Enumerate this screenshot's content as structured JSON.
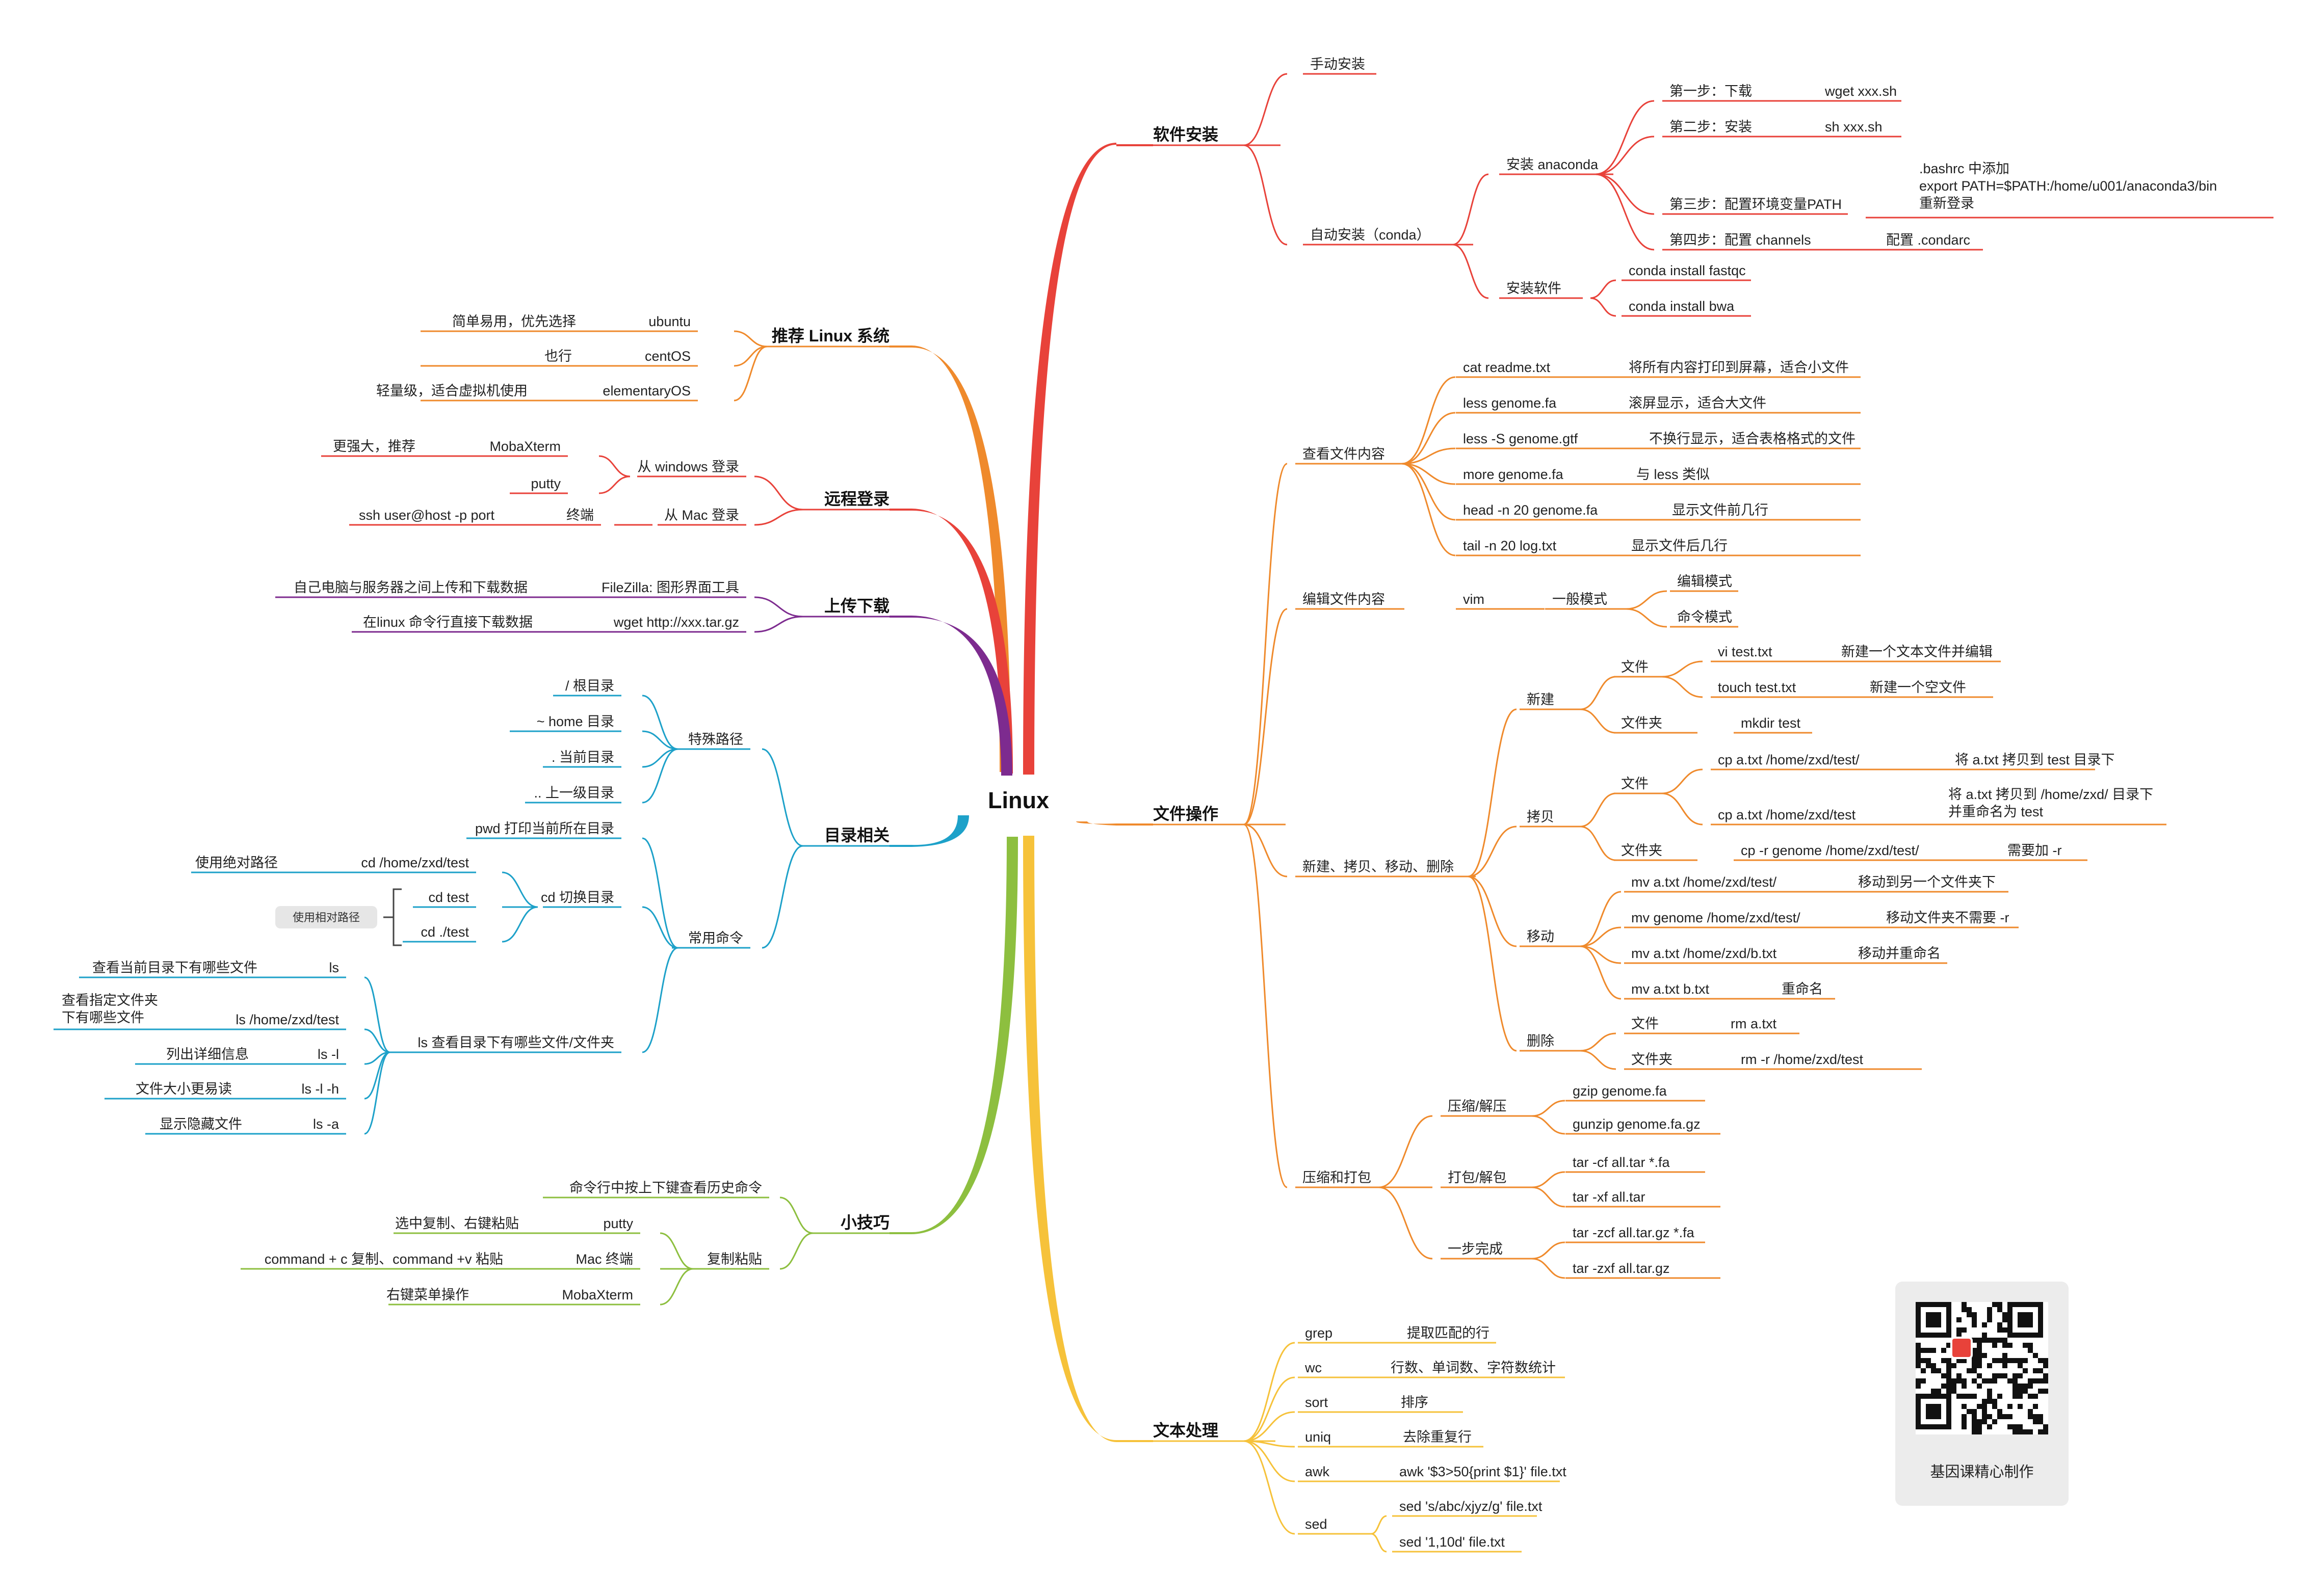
{
  "root": "Linux",
  "branches": {
    "soft": {
      "label": "软件安装",
      "color": "#e8423a",
      "manual": "手动安装",
      "auto": "自动安装（conda）",
      "anaconda": "安装 anaconda",
      "step1": "第一步：下载",
      "step1_cmd": "wget xxx.sh",
      "step2": "第二步：安装",
      "step2_cmd": "sh xxx.sh",
      "step3": "第三步：配置环境变量PATH",
      "step3_note": [
        ".bashrc 中添加",
        "export PATH=$PATH:/home/u001/anaconda3/bin",
        "重新登录"
      ],
      "step4": "第四步：配置 channels",
      "step4_cmd": "配置 .condarc",
      "installsw": "安装软件",
      "sw1": "conda install fastqc",
      "sw2": "conda install bwa"
    },
    "file": {
      "label": "文件操作",
      "color": "#ef8a2c",
      "view": "查看文件内容",
      "view_items": [
        {
          "cmd": "cat readme.txt",
          "desc": "将所有内容打印到屏幕，适合小文件"
        },
        {
          "cmd": "less genome.fa",
          "desc": "滚屏显示，适合大文件"
        },
        {
          "cmd": "less -S genome.gtf",
          "desc": "不换行显示，适合表格格式的文件"
        },
        {
          "cmd": "more genome.fa",
          "desc": "与 less 类似"
        },
        {
          "cmd": "head -n 20 genome.fa",
          "desc": "显示文件前几行"
        },
        {
          "cmd": "tail -n 20 log.txt",
          "desc": "显示文件后几行"
        }
      ],
      "edit": "编辑文件内容",
      "vim": "vim",
      "normal": "一般模式",
      "edit_mode": "编辑模式",
      "cmd_mode": "命令模式",
      "ops": "新建、拷贝、移动、删除",
      "new": "新建",
      "new_file": "文件",
      "new_vi": "vi test.txt",
      "new_vi_d": "新建一个文本文件并编辑",
      "new_touch": "touch test.txt",
      "new_touch_d": "新建一个空文件",
      "new_dir": "文件夹",
      "new_mkdir": "mkdir test",
      "copy": "拷贝",
      "copy_file": "文件",
      "cp1": "cp a.txt /home/zxd/test/",
      "cp1_d": "将 a.txt 拷贝到 test 目录下",
      "cp2": "cp a.txt /home/zxd/test",
      "cp2_d": [
        "将 a.txt 拷贝到 /home/zxd/ 目录下",
        "并重命名为 test"
      ],
      "copy_dir": "文件夹",
      "cp3": "cp -r genome /home/zxd/test/",
      "cp3_d": "需要加 -r",
      "move": "移动",
      "mv_items": [
        {
          "cmd": "mv a.txt /home/zxd/test/",
          "desc": "移动到另一个文件夹下"
        },
        {
          "cmd": "mv genome /home/zxd/test/",
          "desc": "移动文件夹不需要 -r"
        },
        {
          "cmd": "mv a.txt /home/zxd/b.txt",
          "desc": "移动并重命名"
        },
        {
          "cmd": "mv a.txt b.txt",
          "desc": "重命名"
        }
      ],
      "del": "删除",
      "del_file": "文件",
      "rm1": "rm a.txt",
      "del_dir": "文件夹",
      "rm2": "rm -r /home/zxd/test",
      "zip": "压缩和打包",
      "gz": "压缩/解压",
      "gz1": "gzip genome.fa",
      "gz2": "gunzip genome.fa.gz",
      "tar": "打包/解包",
      "tar1": "tar -cf all.tar  *.fa",
      "tar2": "tar -xf all.tar",
      "once": "一步完成",
      "tgz1": "tar -zcf all.tar.gz *.fa",
      "tgz2": "tar -zxf all.tar.gz"
    },
    "text": {
      "label": "文本处理",
      "color": "#f6c23a",
      "items": [
        {
          "cmd": "grep",
          "desc": "提取匹配的行"
        },
        {
          "cmd": "wc",
          "desc": "行数、单词数、字符数统计"
        },
        {
          "cmd": "sort",
          "desc": "排序"
        },
        {
          "cmd": "uniq",
          "desc": "去除重复行"
        },
        {
          "cmd": "awk",
          "desc": "awk '$3>50{print $1}' file.txt"
        }
      ],
      "sed": "sed",
      "sed1": "sed 's/abc/xjyz/g' file.txt",
      "sed2": "sed '1,10d' file.txt"
    },
    "sys": {
      "label": "推荐 Linux 系统",
      "color": "#ef8a2c",
      "items": [
        {
          "name": "ubuntu",
          "desc": "简单易用，优先选择"
        },
        {
          "name": "centOS",
          "desc": "也行"
        },
        {
          "name": "elementaryOS",
          "desc": "轻量级，适合虚拟机使用"
        }
      ]
    },
    "remote": {
      "label": "远程登录",
      "color": "#e8423a",
      "win": "从 windows 登录",
      "moba": "MobaXterm",
      "moba_d": "更强大，推荐",
      "putty": "putty",
      "mac": "从 Mac 登录",
      "term": "终端",
      "ssh": "ssh user@host -p port"
    },
    "transfer": {
      "label": "上传下载",
      "color": "#7d2b8f",
      "fz": "FileZilla: 图形界面工具",
      "fz_d": "自己电脑与服务器之间上传和下载数据",
      "wget": "wget http://xxx.tar.gz",
      "wget_d": "在linux 命令行直接下载数据"
    },
    "dir": {
      "label": "目录相关",
      "color": "#1da1c9",
      "special": "特殊路径",
      "sp": [
        "/ 根目录",
        "~ home  目录",
        ". 当前目录",
        ".. 上一级目录"
      ],
      "common": "常用命令",
      "pwd": "pwd 打印当前所在目录",
      "cd": "cd 切换目录",
      "cd_abs": "cd /home/zxd/test",
      "cd_abs_d": "使用绝对路径",
      "cd_rel1": "cd test",
      "cd_rel2": "cd ./test",
      "cd_rel_note": "使用相对路径",
      "ls": "ls 查看目录下有哪些文件/文件夹",
      "ls_items": [
        {
          "cmd": "ls",
          "desc": [
            "查看当前目录下有哪些文件"
          ]
        },
        {
          "cmd": "ls /home/zxd/test",
          "desc": [
            "查看指定文件夹",
            "下有哪些文件"
          ]
        },
        {
          "cmd": "ls -l",
          "desc": [
            "列出详细信息"
          ]
        },
        {
          "cmd": "ls -l -h",
          "desc": [
            "文件大小更易读"
          ]
        },
        {
          "cmd": "ls -a",
          "desc": [
            "显示隐藏文件"
          ]
        }
      ]
    },
    "tips": {
      "label": "小技巧",
      "color": "#8dbf3f",
      "history": "命令行中按上下键查看历史命令",
      "copy": "复制粘贴",
      "items": [
        {
          "name": "putty",
          "desc": "选中复制、右键粘贴"
        },
        {
          "name": "Mac 终端",
          "desc": "command + c 复制、command +v 粘贴"
        },
        {
          "name": "MobaXterm",
          "desc": "右键菜单操作"
        }
      ]
    }
  },
  "qr": {
    "caption": "基因课精心制作",
    "logo_color": "#e8423a"
  }
}
